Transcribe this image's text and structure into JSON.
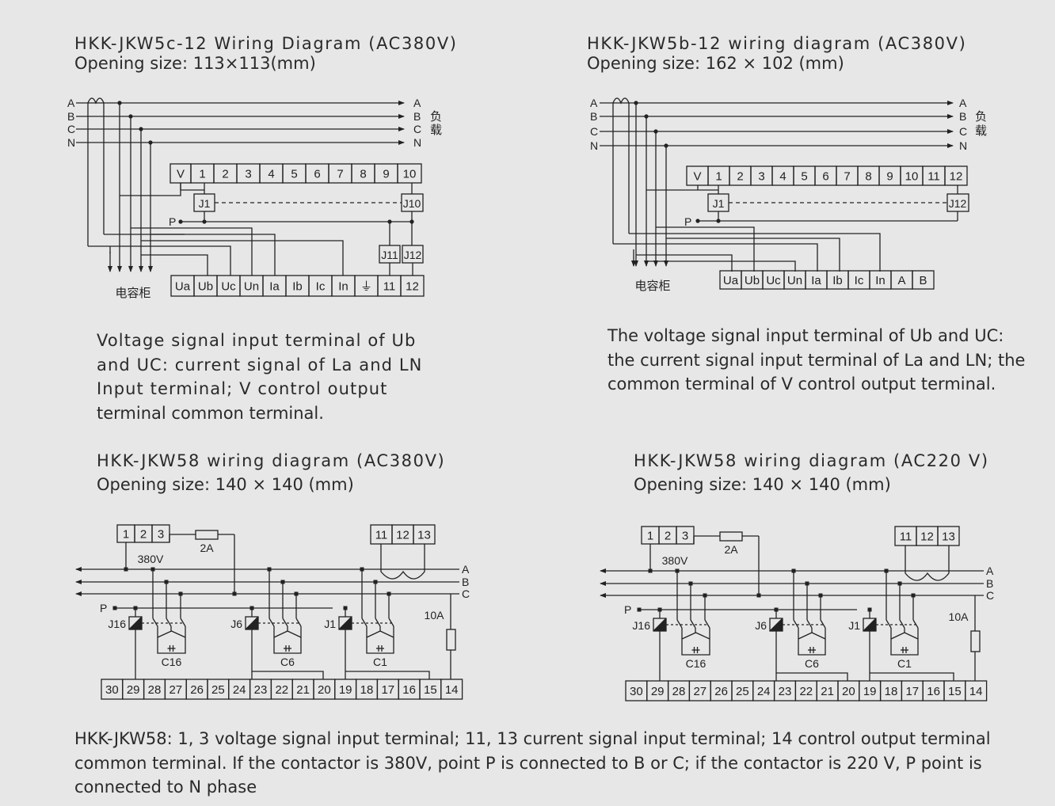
{
  "diagrams": [
    {
      "title": "HKK-JKW5c-12 Wiring Diagram (AC380V)",
      "opening": "Opening size: 113×113(mm)",
      "phases": [
        "A",
        "B",
        "C",
        "N"
      ],
      "load_label": [
        "负",
        "载"
      ],
      "top_terminals": [
        "V",
        "1",
        "2",
        "3",
        "4",
        "5",
        "6",
        "7",
        "8",
        "9",
        "10"
      ],
      "relays": [
        "J1",
        "J10",
        "J11",
        "J12"
      ],
      "p_label": "P",
      "capacitor_label": "电容柜",
      "bottom_terminals": [
        "Ua",
        "Ub",
        "Uc",
        "Un",
        "Ia",
        "Ib",
        "Ic",
        "In",
        "⏚",
        "11",
        "12"
      ],
      "description": [
        "Voltage signal input terminal of Ub",
        "and UC: current signal of La and LN",
        "Input terminal; V control output",
        "terminal common terminal."
      ]
    },
    {
      "title": "HKK-JKW5b-12 wiring diagram (AC380V)",
      "opening": "Opening size: 162 × 102 (mm)",
      "phases": [
        "A",
        "B",
        "C",
        "N"
      ],
      "load_label": [
        "负",
        "载"
      ],
      "top_terminals": [
        "V",
        "1",
        "2",
        "3",
        "4",
        "5",
        "6",
        "7",
        "8",
        "9",
        "10",
        "11",
        "12"
      ],
      "relays": [
        "J1",
        "J12"
      ],
      "p_label": "P",
      "capacitor_label": "电容柜",
      "bottom_terminals": [
        "Ua",
        "Ub",
        "Uc",
        "Un",
        "Ia",
        "Ib",
        "Ic",
        "In",
        "A",
        "B"
      ],
      "description": [
        "The voltage signal input terminal of Ub and UC:",
        "the current signal input terminal of La and LN; the",
        "common terminal of V control output terminal."
      ]
    },
    {
      "title": "HKK-JKW58 wiring diagram (AC380V)",
      "opening": "Opening size: 140 × 140 (mm)",
      "voltage_terminals": [
        "1",
        "2",
        "3"
      ],
      "current_terminals": [
        "11",
        "12",
        "13"
      ],
      "fuse_top": "2A",
      "supply_voltage": "380V",
      "fuse_right": "10A",
      "phases": [
        "A",
        "B",
        "C"
      ],
      "p_label": "P",
      "relays": [
        "J16",
        "J6",
        "J1"
      ],
      "capacitors": [
        "C16",
        "C6",
        "C1"
      ],
      "bottom_terminals": [
        "30",
        "29",
        "28",
        "27",
        "26",
        "25",
        "24",
        "23",
        "22",
        "21",
        "20",
        "19",
        "18",
        "17",
        "16",
        "15",
        "14"
      ]
    },
    {
      "title": "HKK-JKW58 wiring diagram (AC220 V)",
      "opening": "Opening size: 140 × 140 (mm)",
      "voltage_terminals": [
        "1",
        "2",
        "3"
      ],
      "current_terminals": [
        "11",
        "12",
        "13"
      ],
      "fuse_top": "2A",
      "supply_voltage": "380V",
      "fuse_right": "10A",
      "phases": [
        "A",
        "B",
        "C"
      ],
      "p_label": "P",
      "relays": [
        "J16",
        "J6",
        "J1"
      ],
      "capacitors": [
        "C16",
        "C6",
        "C1"
      ],
      "bottom_terminals": [
        "30",
        "29",
        "28",
        "27",
        "26",
        "25",
        "24",
        "23",
        "22",
        "21",
        "20",
        "19",
        "18",
        "17",
        "16",
        "15",
        "14"
      ]
    }
  ],
  "footer": [
    "HKK-JKW58: 1, 3 voltage signal input terminal; 11, 13 current signal input terminal; 14 control output terminal",
    "common terminal. If the contactor is 380V, point P is connected to B or C; if the contactor is 220 V, P point is",
    "connected to N phase"
  ]
}
